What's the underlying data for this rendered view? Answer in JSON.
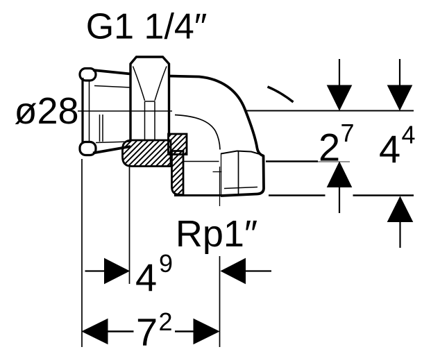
{
  "drawing": {
    "background": "#ffffff",
    "line_color": "#000000",
    "hatch_color": "#000000",
    "labels": {
      "thread_top": "G1 1/4″",
      "diameter_left": "ø28",
      "thread_bottom": "Rp1″"
    },
    "dimensions": {
      "right_upper": {
        "main": "2",
        "sup": "7"
      },
      "right_lower": {
        "main": "4",
        "sup": "4"
      },
      "bottom_inner": {
        "main": "4",
        "sup": "9"
      },
      "bottom_outer": {
        "main": "7",
        "sup": "2"
      }
    }
  }
}
